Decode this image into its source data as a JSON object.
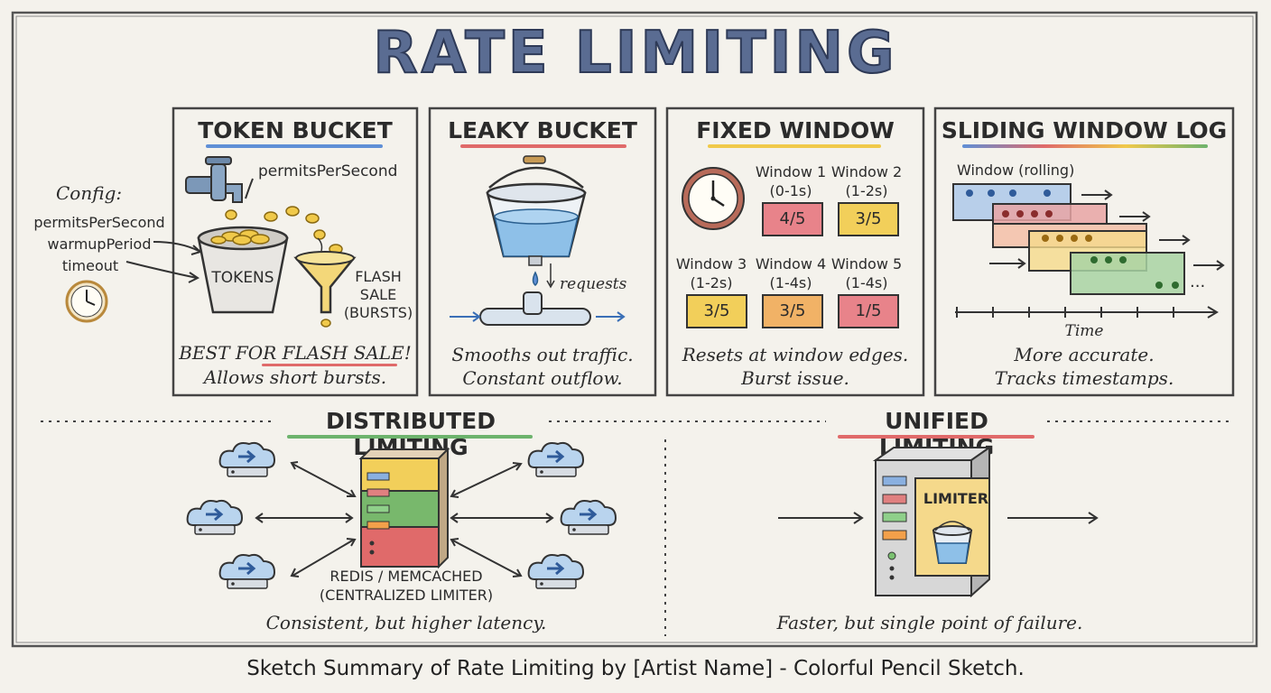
{
  "title": "RATE LIMITING",
  "footer": "Sketch Summary of Rate Limiting by [Artist Name] - Colorful Pencil Sketch.",
  "config": {
    "heading": "Config:",
    "items": [
      "permitsPerSecond",
      "warmupPeriod",
      "timeout"
    ]
  },
  "token_bucket": {
    "title": "TOKEN BUCKET",
    "tap_label": "permitsPerSecond",
    "bucket_label": "TOKENS",
    "funnel_label": [
      "FLASH",
      "SALE",
      "(BURSTS)"
    ],
    "caption_1": "BEST FOR FLASH SALE!",
    "caption_2": "Allows short bursts."
  },
  "leaky_bucket": {
    "title": "LEAKY BUCKET",
    "drip_label": "requests",
    "caption_1": "Smooths out traffic.",
    "caption_2": "Constant outflow."
  },
  "fixed_window": {
    "title": "FIXED WINDOW",
    "windows": [
      {
        "name": "Window 1",
        "range": "(0-1s)",
        "count": "4/5",
        "color": "#e8838a"
      },
      {
        "name": "Window 2",
        "range": "(1-2s)",
        "count": "3/5",
        "color": "#f2cf5a"
      },
      {
        "name": "Window 3",
        "range": "(1-2s)",
        "count": "3/5",
        "color": "#f2cf5a"
      },
      {
        "name": "Window 4",
        "range": "(1-4s)",
        "count": "3/5",
        "color": "#f1b266"
      },
      {
        "name": "Window 5",
        "range": "(1-4s)",
        "count": "1/5",
        "color": "#e8838a"
      }
    ],
    "caption_1": "Resets at window edges.",
    "caption_2": "Burst issue."
  },
  "sliding_window": {
    "title": "SLIDING WINDOW LOG",
    "window_label": "Window (rolling)",
    "axis_label": "Time",
    "ellipsis": "...",
    "caption_1": "More accurate.",
    "caption_2": "Tracks timestamps."
  },
  "distributed": {
    "title": "DISTRIBUTED LIMITING",
    "server_label_1": "REDIS / MEMCACHED",
    "server_label_2": "(CENTRALIZED LIMITER)",
    "caption": "Consistent, but higher latency."
  },
  "unified": {
    "title": "UNIFIED LIMITING",
    "limiter_label": "LIMITER",
    "caption": "Faster, but single point of failure."
  },
  "colors": {
    "blue": "#5f8fd6",
    "red": "#e06a6a",
    "yellow": "#f0c94a",
    "green": "#6db36d"
  }
}
